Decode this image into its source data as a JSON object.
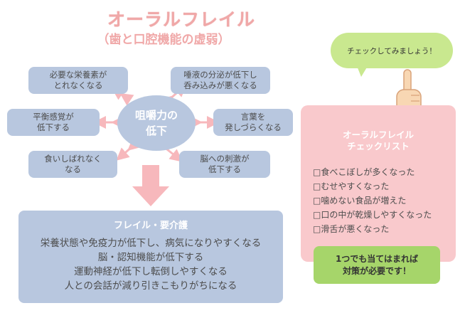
{
  "title": "オーラルフレイル",
  "subtitle": "（歯と口腔機能の虚弱）",
  "center": "咀嚼力の\n低下",
  "causes": [
    "必要な栄養素が\nとれなくなる",
    "唾液の分泌が低下し\n呑み込みが悪くなる",
    "平衡感覚が\n低下する",
    "言葉を\n発しづらくなる",
    "食いしばれなく\nなる",
    "脳への刺激が\n低下する"
  ],
  "result": {
    "title": "フレイル・要介護",
    "lines": [
      "栄養状態や免疫力が低下し、病気になりやすくなる",
      "脳・認知機能が低下する",
      "運動神経が低下し転倒しやすくなる",
      "人との会話が減り引きこもりがちになる"
    ]
  },
  "bubble": "チェックしてみましょう！",
  "checklist": {
    "title": "オーラルフレイル\nチェックリスト",
    "items": [
      "□食べこぼしが多くなった",
      "□むせやすくなった",
      "□噛めない食品が増えた",
      "□口の中が乾燥しやすくなった",
      "□滑舌が悪くなった"
    ]
  },
  "advice": "1つでも当てはまれば\n対策が必要です！",
  "colors": {
    "pink_title": "#f0a8a8",
    "blue_box": "#b8c7df",
    "pink_box": "#f9c9cc",
    "green": "#a6d56a",
    "bubble_green": "#c9e88f",
    "arrow_pink": "#f7b8bc"
  }
}
